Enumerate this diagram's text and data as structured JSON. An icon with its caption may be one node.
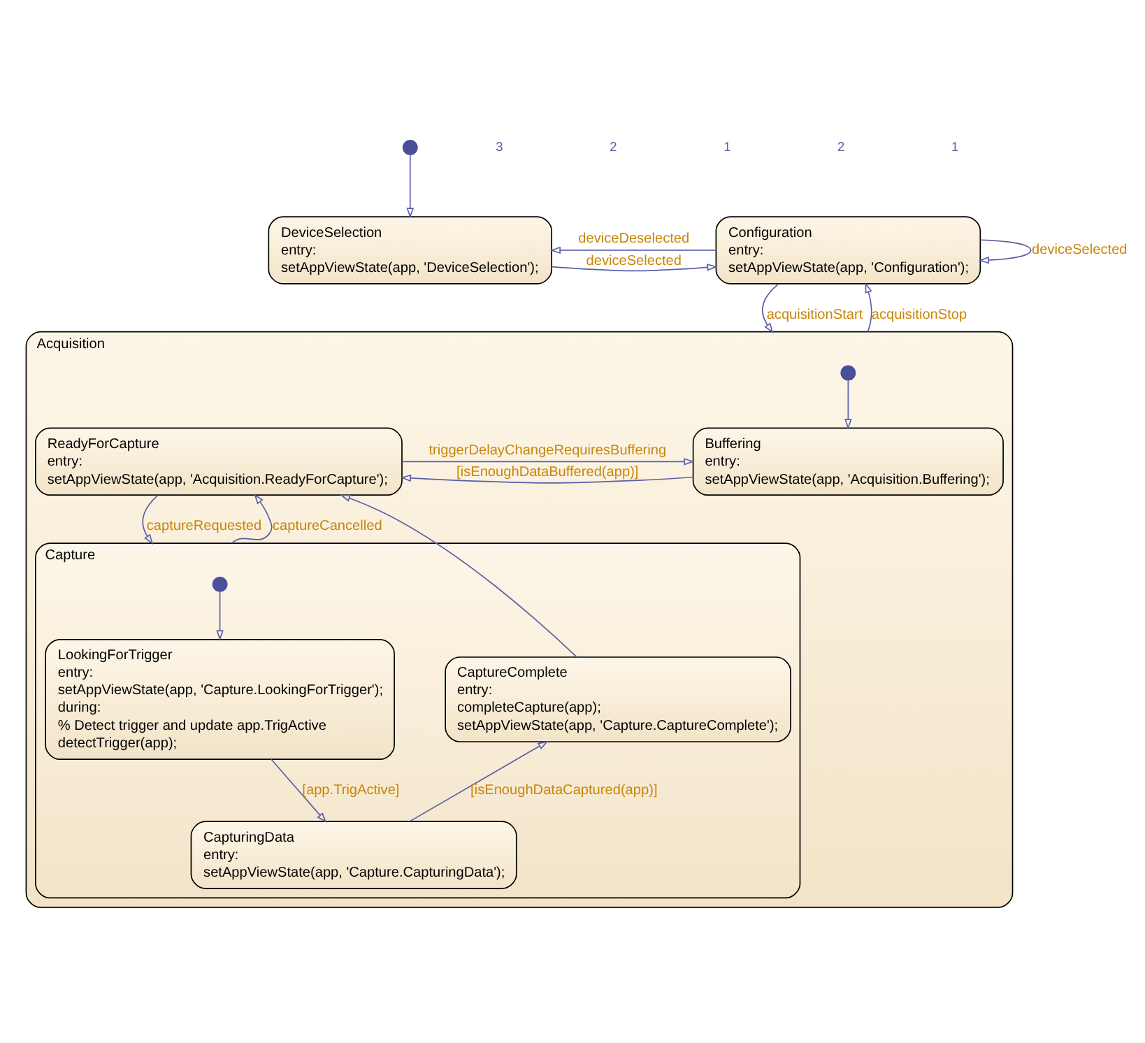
{
  "diagram": {
    "nodes": [
      {
        "text": [],
        "shape": "circle"
      },
      {
        "text": [
          "DeviceSelection",
          "entry:",
          "setAppViewState(app, 'DeviceSelection');"
        ]
      },
      {
        "text": [
          "Configuration",
          "entry:",
          "setAppViewState(app, 'Configuration');"
        ]
      },
      {
        "text": [
          "Acquisition"
        ]
      },
      {
        "text": [],
        "shape": "circle",
        "in": 3
      },
      {
        "text": [
          "Buffering",
          "entry:",
          "setAppViewState(app, 'Acquisition.Buffering');"
        ],
        "in": 3
      },
      {
        "text": [
          "ReadyForCapture",
          "entry:",
          "setAppViewState(app, 'Acquisition.ReadyForCapture');"
        ],
        "in": 3
      },
      {
        "text": [
          "Capture"
        ],
        "in": 3
      },
      {
        "text": [],
        "shape": "circle",
        "in": 7
      },
      {
        "text": [
          "LookingForTrigger",
          "entry:",
          "setAppViewState(app, 'Capture.LookingForTrigger');",
          "during:",
          "% Detect trigger and update app.TrigActive",
          "detectTrigger(app);"
        ],
        "in": 7
      },
      {
        "text": [
          "CaptureComplete",
          "entry:",
          "completeCapture(app);",
          "setAppViewState(app, 'Capture.CaptureComplete');"
        ],
        "in": 7
      },
      {
        "text": [
          "CapturingData",
          "entry:",
          "setAppViewState(app, 'Capture.CapturingData');"
        ],
        "in": 7
      }
    ],
    "edges": [
      {
        "from": 0,
        "to": 1,
        "arrow": "to"
      },
      {
        "from": 1,
        "to": 2,
        "arrow": "to",
        "label": "deviceSelected"
      },
      {
        "from": 2,
        "to": 1,
        "arrow": "to",
        "label": "deviceDeselected"
      },
      {
        "from": 2,
        "to": 2,
        "arrow": "to",
        "label": "deviceSelected"
      },
      {
        "from": 2,
        "to": 3,
        "arrow": "to",
        "label": "acquisitionStart"
      },
      {
        "from": 3,
        "to": 2,
        "arrow": "to",
        "label": "acquisitionStop"
      },
      {
        "from": 4,
        "to": 5,
        "arrow": "to"
      },
      {
        "from": 5,
        "to": 6,
        "arrow": "to",
        "label": "[isEnoughDataBuffered(app)]"
      },
      {
        "from": 6,
        "to": 5,
        "arrow": "to",
        "label": "triggerDelayChangeRequiresBuffering"
      },
      {
        "from": 6,
        "to": 7,
        "arrow": "to",
        "label": "captureRequested"
      },
      {
        "from": 7,
        "to": 6,
        "arrow": "to",
        "label": "captureCancelled"
      },
      {
        "from": 8,
        "to": 9,
        "arrow": "to"
      },
      {
        "from": 9,
        "to": 11,
        "arrow": "to",
        "label": "[app.TrigActive]"
      },
      {
        "from": 11,
        "to": 10,
        "arrow": "to",
        "label": "[isEnoughDataCaptured(app)]"
      },
      {
        "from": 10,
        "to": 6,
        "arrow": "to"
      }
    ],
    "labels": [
      "3",
      "2",
      "1",
      "2",
      "1"
    ]
  }
}
